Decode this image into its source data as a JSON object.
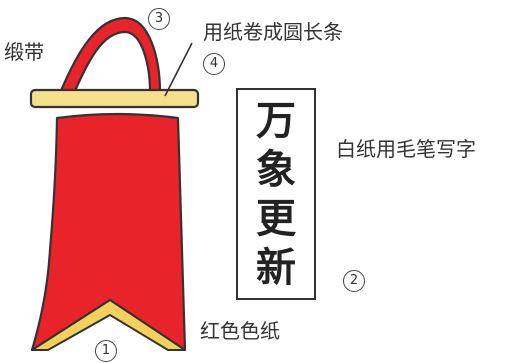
{
  "labels": {
    "ribbon": "缎带",
    "rod": "用纸卷成圆长条",
    "white_paper": "白纸用毛笔写字",
    "red_paper": "红色色纸"
  },
  "markers": {
    "m1": "1",
    "m2": "2",
    "m3": "3",
    "m4": "4"
  },
  "scroll_text": [
    "万",
    "象",
    "更",
    "新"
  ],
  "colors": {
    "banner_red": "#e8232a",
    "banner_edge": "#c0141c",
    "rod_yellow": "#f6e08c",
    "trim_yellow": "#f3d15a",
    "ink": "#333333"
  }
}
